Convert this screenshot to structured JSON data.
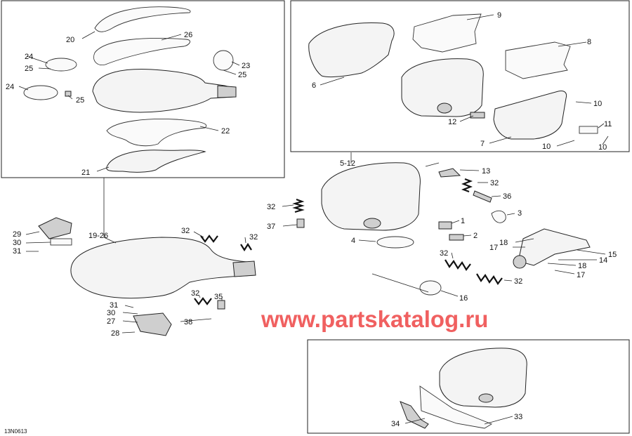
{
  "diagram": {
    "drawing_code": "13N0613",
    "watermark": "www.partskatalog.ru",
    "group_labels": {
      "assembly_5_12": "5-12",
      "assembly_19_26": "19-26"
    },
    "callouts": {
      "c1": "1",
      "c2": "2",
      "c3": "3",
      "c4": "4",
      "c6": "6",
      "c7": "7",
      "c8": "8",
      "c9": "9",
      "c10a": "10",
      "c10b": "10",
      "c10c": "10",
      "c11": "11",
      "c12": "12",
      "c13": "13",
      "c14": "14",
      "c15": "15",
      "c16": "16",
      "c17a": "17",
      "c17b": "17",
      "c18a": "18",
      "c18b": "18",
      "c20": "20",
      "c21": "21",
      "c22": "22",
      "c23": "23",
      "c24a": "24",
      "c24b": "24",
      "c25a": "25",
      "c25b": "25",
      "c25c": "25",
      "c26": "26",
      "c27": "27",
      "c28": "28",
      "c29": "29",
      "c30a": "30",
      "c30b": "30",
      "c31a": "31",
      "c31b": "31",
      "c32a": "32",
      "c32b": "32",
      "c32c": "32",
      "c32d": "32",
      "c32e": "32",
      "c32f": "32",
      "c33": "33",
      "c34": "34",
      "c35": "35",
      "c36": "36",
      "c37": "37",
      "c38": "38"
    }
  }
}
